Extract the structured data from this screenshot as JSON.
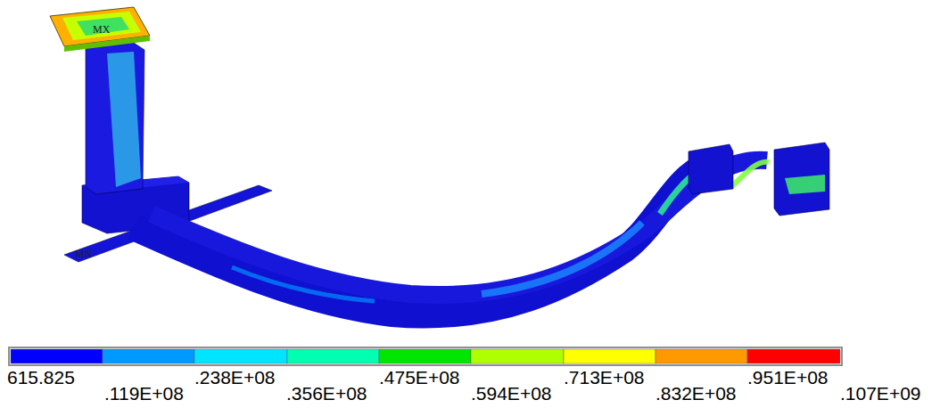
{
  "diagram": {
    "labels": [
      "MX",
      "MN",
      "615.825",
      ".119E+08",
      ".238E+08",
      ".356E+08",
      ".475E+08",
      ".594E+08",
      ".713E+08",
      ".832E+08",
      ".951E+08",
      ".107E+09"
    ]
  }
}
